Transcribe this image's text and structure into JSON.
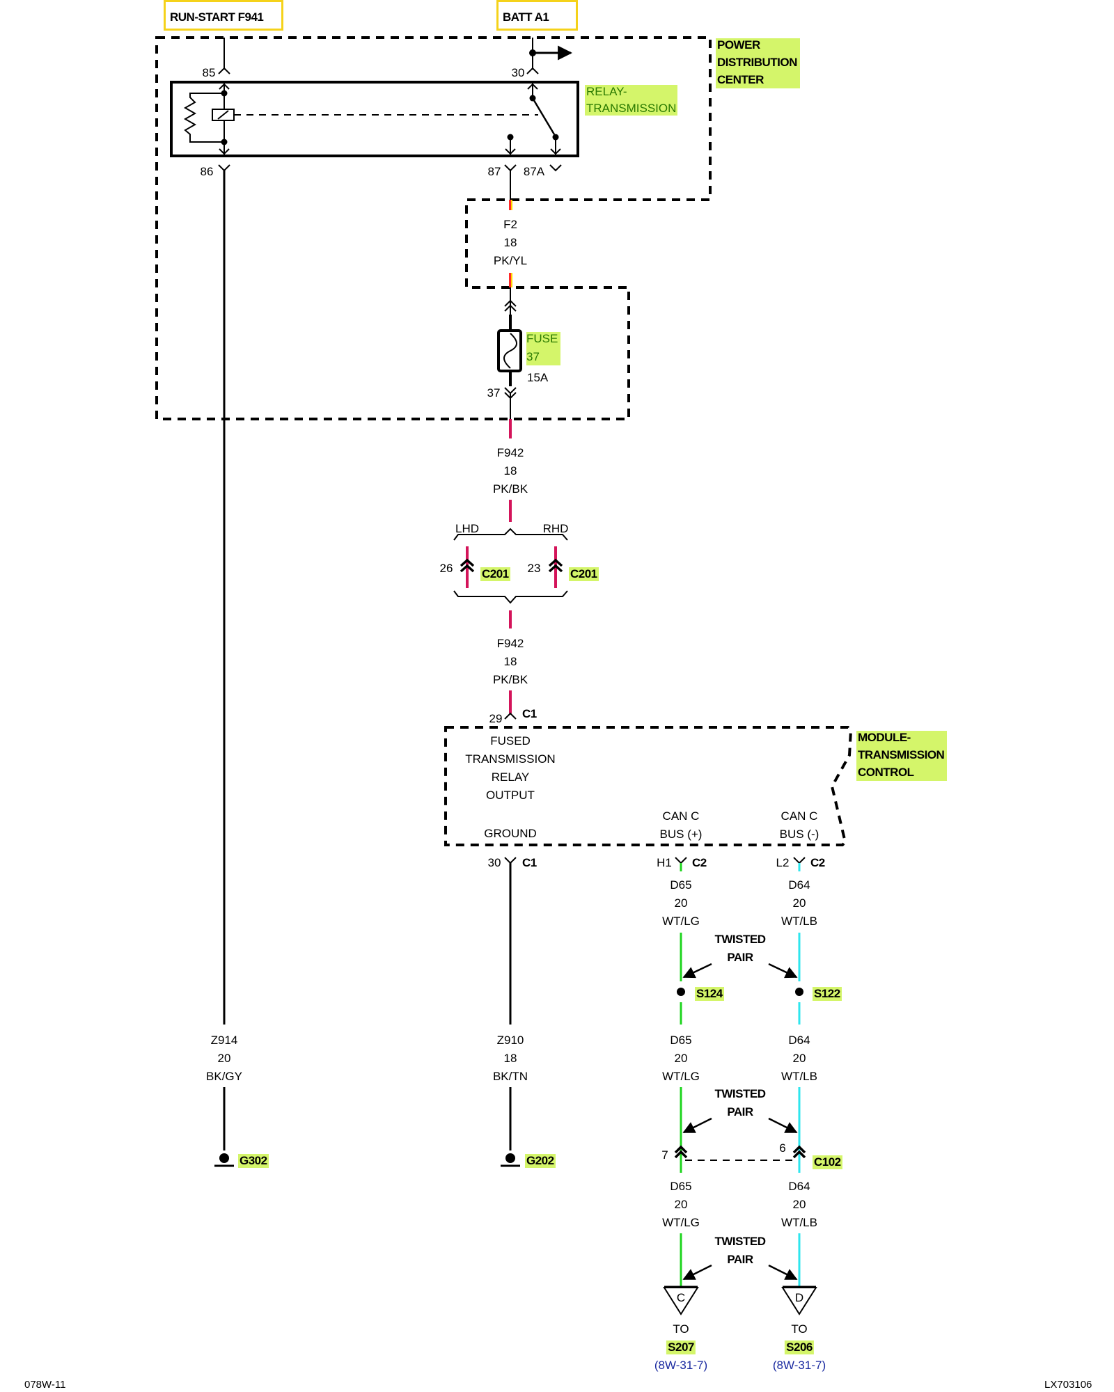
{
  "sources": {
    "run_start": "RUN-START F941",
    "batt": "BATT A1"
  },
  "components": {
    "pdc": [
      "POWER",
      "DISTRIBUTION",
      "CENTER"
    ],
    "relay": [
      "RELAY-",
      "TRANSMISSION"
    ],
    "fuse": {
      "label": [
        "FUSE",
        "37"
      ],
      "rating": "15A",
      "cavity_bottom": "37"
    },
    "tcm": {
      "name": [
        "MODULE-",
        "TRANSMISSION",
        "CONTROL"
      ],
      "pin_fused": [
        "FUSED",
        "TRANSMISSION",
        "RELAY",
        "OUTPUT"
      ],
      "pin_ground": "GROUND",
      "pin_can_plus": [
        "CAN C",
        "BUS (+)"
      ],
      "pin_can_minus": [
        "CAN C",
        "BUS (-)"
      ]
    }
  },
  "relay_pins": {
    "p85": "85",
    "p86": "86",
    "p30": "30",
    "p87": "87",
    "p87a": "87A"
  },
  "wires": {
    "f2": [
      "F2",
      "18",
      "PK/YL"
    ],
    "f942_a": [
      "F942",
      "18",
      "PK/BK"
    ],
    "f942_b": [
      "F942",
      "18",
      "PK/BK"
    ],
    "z914": [
      "Z914",
      "20",
      "BK/GY"
    ],
    "z910": [
      "Z910",
      "18",
      "BK/TN"
    ],
    "d65_1": [
      "D65",
      "20",
      "WT/LG"
    ],
    "d64_1": [
      "D64",
      "20",
      "WT/LB"
    ],
    "d65_2": [
      "D65",
      "20",
      "WT/LG"
    ],
    "d64_2": [
      "D64",
      "20",
      "WT/LB"
    ],
    "d65_3": [
      "D65",
      "20",
      "WT/LG"
    ],
    "d64_3": [
      "D64",
      "20",
      "WT/LB"
    ]
  },
  "wire_colors": {
    "pk_yl_a": "#ff2a2a",
    "pk_yl_b": "#ffd400",
    "pk_bk": "#d4145a",
    "wt_lg": "#1ed41e",
    "wt_lb": "#2ee6ee",
    "black": "#000000"
  },
  "connectors": {
    "lhd": "LHD",
    "rhd": "RHD",
    "c201_lhd_pin": "26",
    "c201_rhd_pin": "23",
    "c201": "C201",
    "c1_29_pin": "29",
    "c1": "C1",
    "c1_30_pin": "30",
    "c2_h1_pin": "H1",
    "c2_l2_pin": "L2",
    "c2": "C2",
    "c102_7": "7",
    "c102_6": "6",
    "c102": "C102"
  },
  "splices": {
    "s124": "S124",
    "s122": "S122"
  },
  "grounds": {
    "g302": "G302",
    "g202": "G202"
  },
  "twisted_pair": [
    "TWISTED",
    "PAIR"
  ],
  "offpage": {
    "c": {
      "letter": "C",
      "to": "TO",
      "dest": "S207",
      "ref": "(8W-31-7)"
    },
    "d": {
      "letter": "D",
      "to": "TO",
      "dest": "S206",
      "ref": "(8W-31-7)"
    }
  },
  "footer": {
    "left": "078W-11",
    "right": "LX703106"
  },
  "highlight_color": "#d4f56a",
  "source_box_color": "#f5d21a"
}
